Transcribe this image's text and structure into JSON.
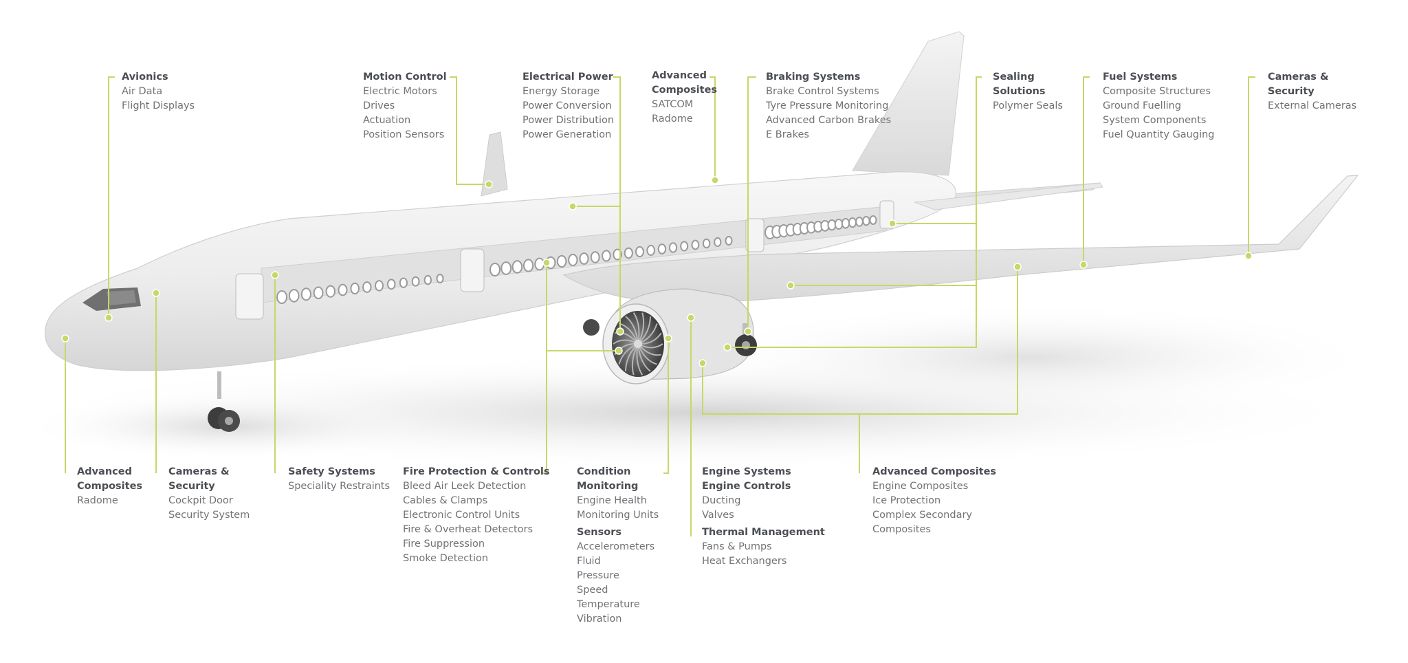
{
  "colors": {
    "accent": "#c5d868",
    "title_text": "#4b4e53",
    "item_text": "#6f7276",
    "aircraft": "#ececec"
  },
  "labels": {
    "avionics": {
      "title": "Avionics",
      "items": [
        "Air Data",
        "Flight Displays"
      ]
    },
    "motion_control": {
      "title": "Motion Control",
      "items": [
        "Electric Motors",
        "Drives",
        "Actuation",
        "Position Sensors"
      ]
    },
    "electrical_power": {
      "title": "Electrical Power",
      "items": [
        "Energy Storage",
        "Power Conversion",
        "Power Distribution",
        "Power Generation"
      ]
    },
    "advanced_composites_top": {
      "title_lines": [
        "Advanced",
        "Composites"
      ],
      "items": [
        "SATCOM",
        "Radome"
      ]
    },
    "braking_systems": {
      "title": "Braking Systems",
      "items": [
        "Brake Control Systems",
        "Tyre Pressure Monitoring",
        "Advanced Carbon Brakes",
        "E Brakes"
      ]
    },
    "sealing_solutions": {
      "title_lines": [
        "Sealing",
        "Solutions"
      ],
      "items": [
        "Polymer Seals"
      ]
    },
    "fuel_systems": {
      "title": "Fuel Systems",
      "items": [
        "Composite Structures",
        "Ground Fuelling",
        "System Components",
        "Fuel Quantity Gauging"
      ]
    },
    "cameras_security_top": {
      "title_lines": [
        "Cameras &",
        "Security"
      ],
      "items": [
        "External Cameras"
      ]
    },
    "advanced_composites_nose": {
      "title_lines": [
        "Advanced",
        "Composites"
      ],
      "items": [
        "Radome"
      ]
    },
    "cameras_security_cockpit": {
      "title_lines": [
        "Cameras &",
        "Security"
      ],
      "items": [
        "Cockpit Door",
        "Security System"
      ]
    },
    "safety_systems": {
      "title": "Safety Systems",
      "items": [
        "Speciality Restraints"
      ]
    },
    "fire_protection": {
      "title": "Fire Protection & Controls",
      "items": [
        "Bleed Air Leek Detection",
        "Cables & Clamps",
        "Electronic Control Units",
        "Fire & Overheat Detectors",
        "Fire Suppression",
        "Smoke Detection"
      ]
    },
    "condition_monitoring": {
      "title_lines": [
        "Condition",
        "Monitoring"
      ],
      "items": [
        "Engine Health",
        "Monitoring Units"
      ]
    },
    "sensors": {
      "title": "Sensors",
      "items": [
        "Accelerometers",
        "Fluid",
        "Pressure",
        "Speed",
        "Temperature",
        "Vibration"
      ]
    },
    "engine_systems": {
      "title_lines": [
        "Engine Systems",
        "Engine Controls"
      ],
      "items": [
        "Ducting",
        "Valves"
      ]
    },
    "thermal_management": {
      "title": "Thermal Management",
      "items": [
        "Fans & Pumps",
        "Heat Exchangers"
      ]
    },
    "advanced_composites_engine": {
      "title": "Advanced Composites",
      "items": [
        "Engine Composites",
        "Ice Protection",
        "Complex Secondary",
        "Composites"
      ]
    }
  }
}
